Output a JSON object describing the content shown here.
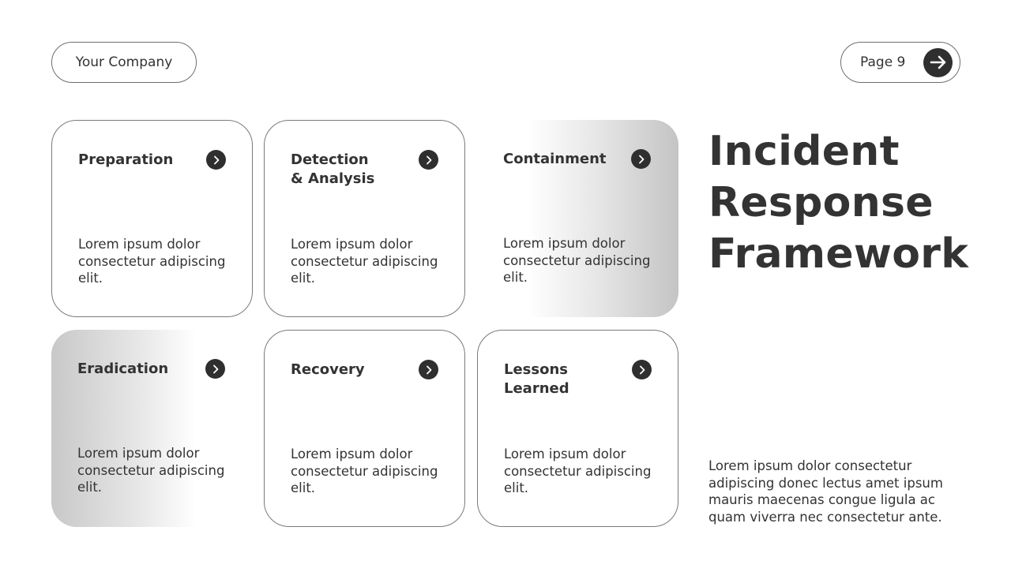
{
  "header": {
    "company_label": "Your Company",
    "page_label": "Page 9",
    "page_arrow_icon": "arrow-right-icon"
  },
  "cards": [
    {
      "title": "Preparation",
      "body": "Lorem ipsum dolor consectetur adipiscing elit.",
      "style": "outline",
      "icon": "chevron-right-circle-icon"
    },
    {
      "title": "Detection & Analysis",
      "body": "Lorem ipsum dolor consectetur adipiscing elit.",
      "style": "outline",
      "icon": "chevron-right-circle-icon"
    },
    {
      "title": "Containment",
      "body": "Lorem ipsum dolor consectetur adipiscing elit.",
      "style": "gradient-right",
      "icon": "chevron-right-circle-icon"
    },
    {
      "title": "Eradication",
      "body": "Lorem ipsum dolor consectetur adipiscing elit.",
      "style": "gradient-left",
      "icon": "chevron-right-circle-icon"
    },
    {
      "title": "Recovery",
      "body": "Lorem ipsum dolor consectetur adipiscing elit.",
      "style": "outline",
      "icon": "chevron-right-circle-icon"
    },
    {
      "title": "Lessons Learned",
      "body": "Lorem ipsum dolor consectetur adipiscing elit.",
      "style": "outline",
      "icon": "chevron-right-circle-icon"
    }
  ],
  "main": {
    "title_lines": [
      "Incident",
      "Response",
      "Framework"
    ],
    "description": "Lorem ipsum dolor consectetur adipiscing donec lectus amet ipsum mauris maecenas congue ligula ac quam viverra nec consectetur ante."
  },
  "colors": {
    "text": "#333333",
    "icon_fill": "#2f2f2f",
    "border": "#7a7a7a",
    "gradient_gray": "#c4c4c4",
    "background": "#ffffff"
  }
}
